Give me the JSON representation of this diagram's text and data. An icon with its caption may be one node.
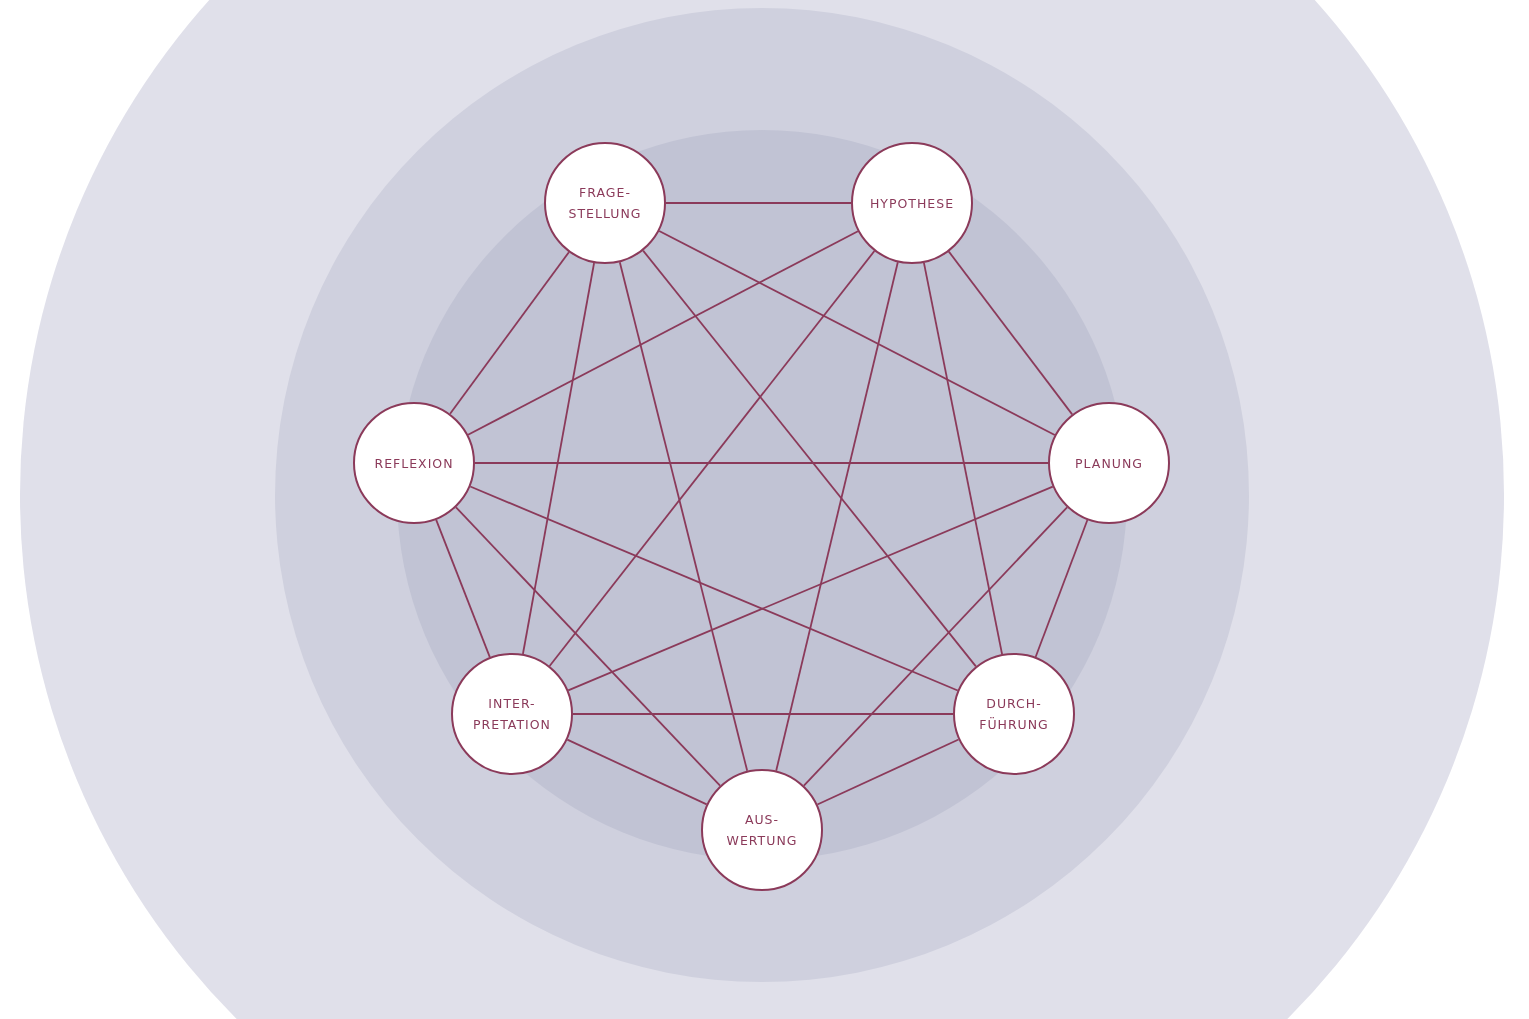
{
  "diagram": {
    "nodes": [
      {
        "text": [
          "FRAGE- STELLUNG"
        ]
      },
      {
        "text": [
          "HYPOTHESE"
        ]
      },
      {
        "text": [
          "REFLEXION"
        ]
      },
      {
        "text": [
          "PLANUNG"
        ]
      },
      {
        "text": [
          "INTER- PRETATION"
        ]
      },
      {
        "text": [
          "DURCH- FÜHRUNG"
        ]
      },
      {
        "text": [
          "AUS- WERTUNG"
        ]
      }
    ],
    "edges": [
      {
        "from": 0,
        "to": 1,
        "arrow": "none"
      },
      {
        "from": 0,
        "to": 2,
        "arrow": "none"
      },
      {
        "from": 0,
        "to": 3,
        "arrow": "none"
      },
      {
        "from": 0,
        "to": 4,
        "arrow": "none"
      },
      {
        "from": 0,
        "to": 5,
        "arrow": "none"
      },
      {
        "from": 0,
        "to": 6,
        "arrow": "none"
      },
      {
        "from": 1,
        "to": 2,
        "arrow": "none"
      },
      {
        "from": 1,
        "to": 3,
        "arrow": "none"
      },
      {
        "from": 1,
        "to": 4,
        "arrow": "none"
      },
      {
        "from": 1,
        "to": 5,
        "arrow": "none"
      },
      {
        "from": 1,
        "to": 6,
        "arrow": "none"
      },
      {
        "from": 2,
        "to": 3,
        "arrow": "none"
      },
      {
        "from": 2,
        "to": 4,
        "arrow": "none"
      },
      {
        "from": 2,
        "to": 5,
        "arrow": "none"
      },
      {
        "from": 2,
        "to": 6,
        "arrow": "none"
      },
      {
        "from": 3,
        "to": 4,
        "arrow": "none"
      },
      {
        "from": 3,
        "to": 5,
        "arrow": "none"
      },
      {
        "from": 3,
        "to": 6,
        "arrow": "none"
      },
      {
        "from": 4,
        "to": 5,
        "arrow": "none"
      },
      {
        "from": 4,
        "to": 6,
        "arrow": "none"
      },
      {
        "from": 5,
        "to": 6,
        "arrow": "none"
      }
    ]
  }
}
